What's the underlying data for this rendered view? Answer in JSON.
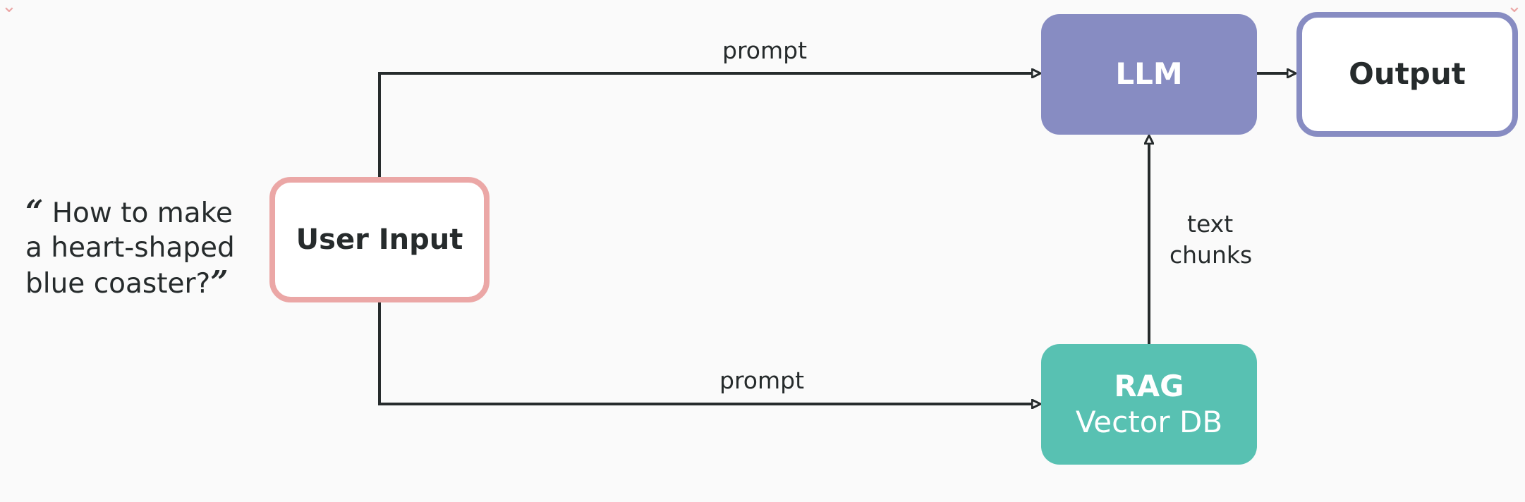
{
  "nodes": {
    "user_input": "User Input",
    "llm": "LLM",
    "output": "Output",
    "rag_title": "RAG",
    "rag_subtitle": "Vector DB"
  },
  "edges": {
    "prompt_to_llm": "prompt",
    "prompt_to_rag": "prompt",
    "chunks_line1": "text",
    "chunks_line2": "chunks"
  },
  "quote": {
    "open_mark": "“",
    "text": "How to make\na heart-shaped\nblue coaster?",
    "close_mark": "”"
  },
  "colors": {
    "user_input_border": "#eba7a6",
    "llm_fill": "#878cc2",
    "output_border": "#878cc2",
    "rag_fill": "#58c1b2",
    "connector": "#262b2c",
    "background": "#fafafa"
  }
}
